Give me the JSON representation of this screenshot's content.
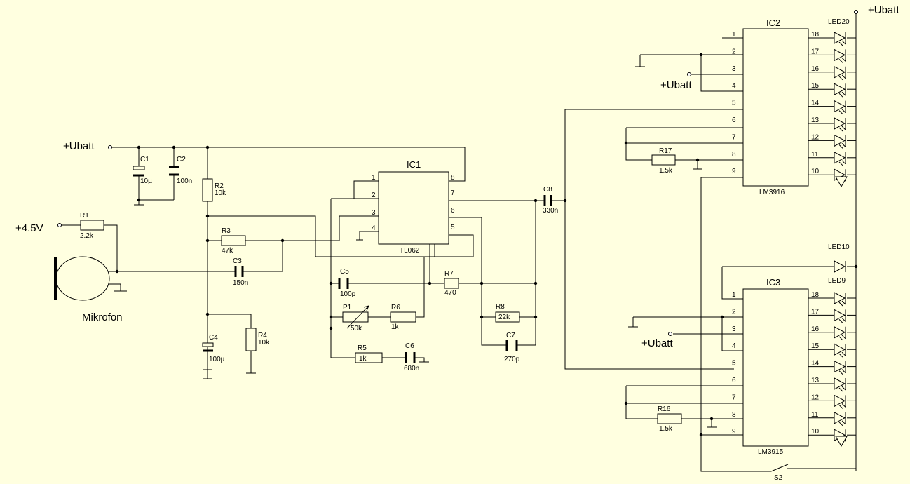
{
  "supply": {
    "ubatt": "+Ubatt",
    "v45": "+4.5V"
  },
  "microphone": {
    "label": "Mikrofon"
  },
  "ic1": {
    "name": "IC1",
    "part": "TL062",
    "pins_left": [
      "1",
      "2",
      "3",
      "4"
    ],
    "pins_right": [
      "8",
      "7",
      "6",
      "5"
    ]
  },
  "ic2": {
    "name": "IC2",
    "part": "LM3916",
    "pins_left": [
      "1",
      "2",
      "3",
      "4",
      "5",
      "6",
      "7",
      "8",
      "9"
    ],
    "pins_right": [
      "18",
      "17",
      "16",
      "15",
      "14",
      "13",
      "12",
      "11",
      "10"
    ],
    "led_top": "LED20"
  },
  "ic3": {
    "name": "IC3",
    "part": "LM3915",
    "pins_left": [
      "1",
      "2",
      "3",
      "4",
      "5",
      "6",
      "7",
      "8",
      "9"
    ],
    "pins_right": [
      "18",
      "17",
      "16",
      "15",
      "14",
      "13",
      "12",
      "11",
      "10"
    ],
    "led_top": "LED10",
    "led_second": "LED9"
  },
  "components": {
    "R1": {
      "name": "R1",
      "value": "2.2k"
    },
    "R2": {
      "name": "R2",
      "value": "10k"
    },
    "R3": {
      "name": "R3",
      "value": "47k"
    },
    "R4": {
      "name": "R4",
      "value": "10k"
    },
    "R5": {
      "name": "R5",
      "value": "1k"
    },
    "R6": {
      "name": "R6",
      "value": "1k"
    },
    "R7": {
      "name": "R7",
      "value": "470"
    },
    "R8": {
      "name": "R8",
      "value": "22k"
    },
    "R16": {
      "name": "R16",
      "value": "1.5k"
    },
    "R17": {
      "name": "R17",
      "value": "1.5k"
    },
    "P1": {
      "name": "P1",
      "value": "50k"
    },
    "C1": {
      "name": "C1",
      "value": "10µ"
    },
    "C2": {
      "name": "C2",
      "value": "100n"
    },
    "C3": {
      "name": "C3",
      "value": "150n"
    },
    "C4": {
      "name": "C4",
      "value": "100µ"
    },
    "C5": {
      "name": "C5",
      "value": "100p"
    },
    "C6": {
      "name": "C6",
      "value": "680n"
    },
    "C7": {
      "name": "C7",
      "value": "270p"
    },
    "C8": {
      "name": "C8",
      "value": "330n"
    },
    "S2": {
      "name": "S2"
    }
  }
}
